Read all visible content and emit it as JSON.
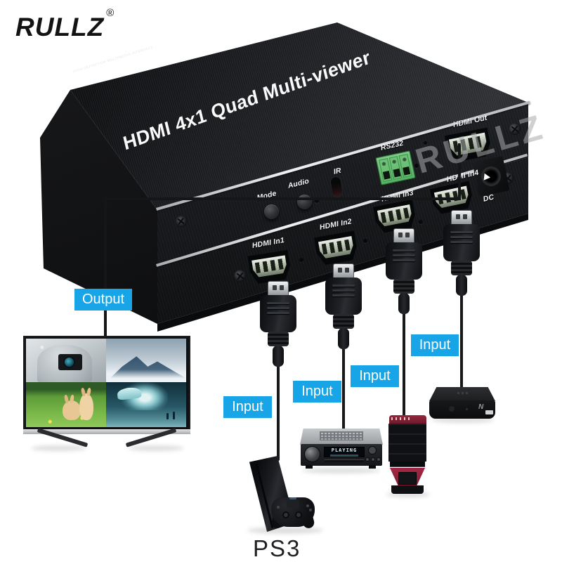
{
  "brand": {
    "name": "RULLZ",
    "registered": "®"
  },
  "device": {
    "hdmi_logo": {
      "text": "HDMI",
      "registered": "®",
      "subtitle": "HIGH-DEFINITION MULTIMEDIA INTERFACE"
    },
    "title": "HDMI 4x1 Quad Multi-viewer",
    "watermark": "RULLZ",
    "rear_panel": {
      "mode": "Mode",
      "audio": "Audio",
      "ir": "IR",
      "rs232": "RS232",
      "hdmi_out": "HDMI Out",
      "dc": "DC"
    },
    "front_panel": {
      "inputs": [
        "HDMI In1",
        "HDMI In2",
        "HDMI In3",
        "HDMI In4"
      ]
    }
  },
  "annotations": {
    "output": "Output",
    "inputs": [
      "Input",
      "Input",
      "Input",
      "Input"
    ],
    "accent_color": "#18a5e8",
    "line_color": "#151617"
  },
  "peripherals": {
    "console": "PS3",
    "receiver_display": "PLAYING",
    "tvbox_logo": "N"
  }
}
